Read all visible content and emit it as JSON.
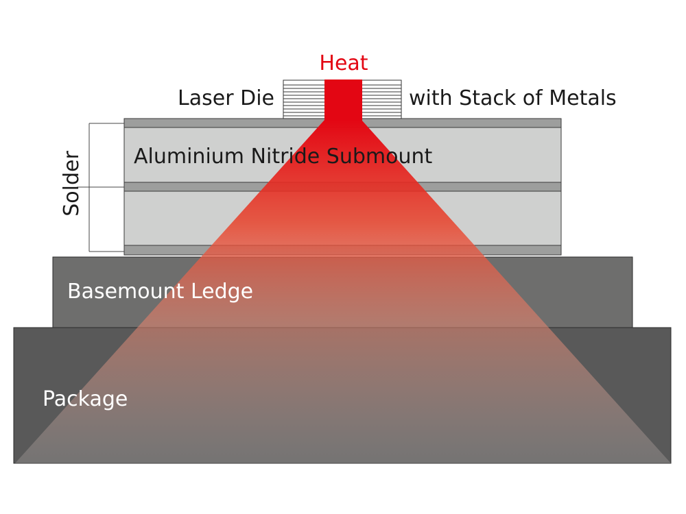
{
  "labels": {
    "heat": "Heat",
    "laser_die": "Laser Die",
    "stack_of_metals": "with Stack of Metals",
    "submount": "Aluminium Nitride Submount",
    "solder": "Solder",
    "basemount": "Basemount Ledge",
    "package": "Package"
  },
  "colors": {
    "heat": "#e30613",
    "package": "#595959",
    "basemount": "#6e6e6d",
    "submount": "#cfd0cf",
    "metal_layer": "#9d9e9d",
    "light_text": "#ffffff",
    "dark_text": "#1a1a1a"
  }
}
